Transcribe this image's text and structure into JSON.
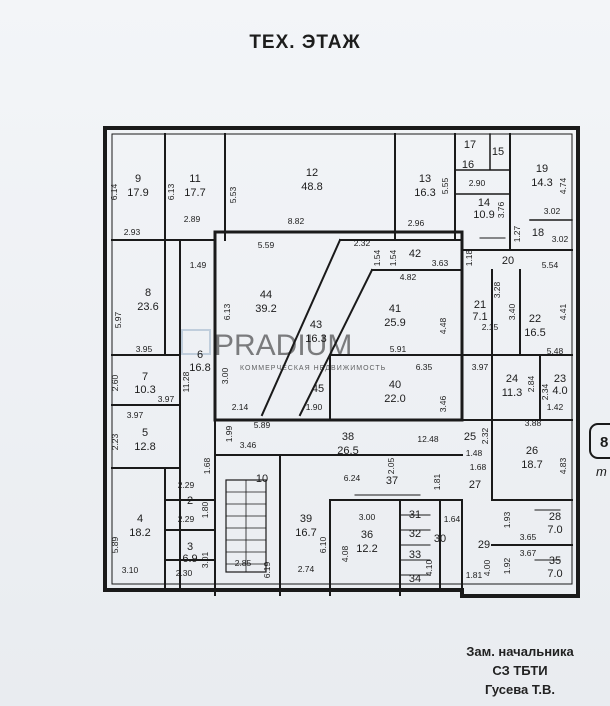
{
  "title": "ТЕХ. ЭТАЖ",
  "watermark": {
    "brand": "PRADIUM",
    "tagline": "КОММЕРЧЕСКАЯ НЕДВИЖИМОСТЬ"
  },
  "signature": {
    "line1": "Зам. начальника",
    "line2": "СЗ ТБТИ",
    "line3": "Гусева Т.В."
  },
  "edge": {
    "label_a": "8",
    "label_b": "т"
  },
  "rooms": [
    {
      "id": "9",
      "area": "17.9"
    },
    {
      "id": "11",
      "area": "17.7"
    },
    {
      "id": "12",
      "area": "48.8"
    },
    {
      "id": "13",
      "area": "16.3"
    },
    {
      "id": "17",
      "area": ""
    },
    {
      "id": "15",
      "area": ""
    },
    {
      "id": "16",
      "area": ""
    },
    {
      "id": "14",
      "area": "10.9"
    },
    {
      "id": "19",
      "area": "14.3"
    },
    {
      "id": "18",
      "area": ""
    },
    {
      "id": "42",
      "area": ""
    },
    {
      "id": "20",
      "area": ""
    },
    {
      "id": "8",
      "area": "23.6"
    },
    {
      "id": "44",
      "area": "39.2"
    },
    {
      "id": "43",
      "area": "16.3"
    },
    {
      "id": "41",
      "area": "25.9"
    },
    {
      "id": "21",
      "area": "7.1"
    },
    {
      "id": "22",
      "area": "16.5"
    },
    {
      "id": "6",
      "area": "16.8"
    },
    {
      "id": "7",
      "area": "10.3"
    },
    {
      "id": "45",
      "area": ""
    },
    {
      "id": "40",
      "area": "22.0"
    },
    {
      "id": "24",
      "area": "11.3"
    },
    {
      "id": "23",
      "area": "4.0"
    },
    {
      "id": "5",
      "area": "12.8"
    },
    {
      "id": "38",
      "area": "26.5"
    },
    {
      "id": "25",
      "area": ""
    },
    {
      "id": "26",
      "area": "18.7"
    },
    {
      "id": "10",
      "area": ""
    },
    {
      "id": "37",
      "area": ""
    },
    {
      "id": "27",
      "area": ""
    },
    {
      "id": "4",
      "area": "18.2"
    },
    {
      "id": "2",
      "area": ""
    },
    {
      "id": "3",
      "area": "6.9"
    },
    {
      "id": "39",
      "area": "16.7"
    },
    {
      "id": "36",
      "area": "12.2"
    },
    {
      "id": "31",
      "area": ""
    },
    {
      "id": "32",
      "area": ""
    },
    {
      "id": "30",
      "area": ""
    },
    {
      "id": "33",
      "area": ""
    },
    {
      "id": "34",
      "area": ""
    },
    {
      "id": "29",
      "area": ""
    },
    {
      "id": "28",
      "area": "7.0"
    },
    {
      "id": "35",
      "area": "7.0"
    }
  ],
  "dimensions": [
    "6.14",
    "2.93",
    "6.13",
    "2.89",
    "5.53",
    "8.82",
    "5.55",
    "2.96",
    "2.90",
    "3.76",
    "4.74",
    "3.02",
    "3.02",
    "1.27",
    "1.49",
    "5.59",
    "2.32",
    "1.54",
    "1.54",
    "3.63",
    "1.18",
    "5.54",
    "5.97",
    "3.95",
    "6.13",
    "4.82",
    "3.28",
    "3.40",
    "4.41",
    "4.48",
    "2.15",
    "5.48",
    "5.91",
    "6.35",
    "3.97",
    "2.84",
    "2.34",
    "1.42",
    "11.28",
    "2.60",
    "3.97",
    "3.97",
    "3.00",
    "2.14",
    "1.90",
    "3.46",
    "2.23",
    "5.89",
    "1.99",
    "3.46",
    "12.48",
    "2.32",
    "1.48",
    "1.68",
    "3.88",
    "4.83",
    "2.05",
    "1.81",
    "1.68",
    "6.24",
    "2.29",
    "1.80",
    "2.29",
    "1.93",
    "3.65",
    "3.00",
    "1.64",
    "3.67",
    "5.89",
    "3.01",
    "6.10",
    "4.08",
    "4.10",
    "4.00",
    "1.92",
    "3.10",
    "2.30",
    "2.85",
    "6.19",
    "2.74",
    "1.81"
  ]
}
